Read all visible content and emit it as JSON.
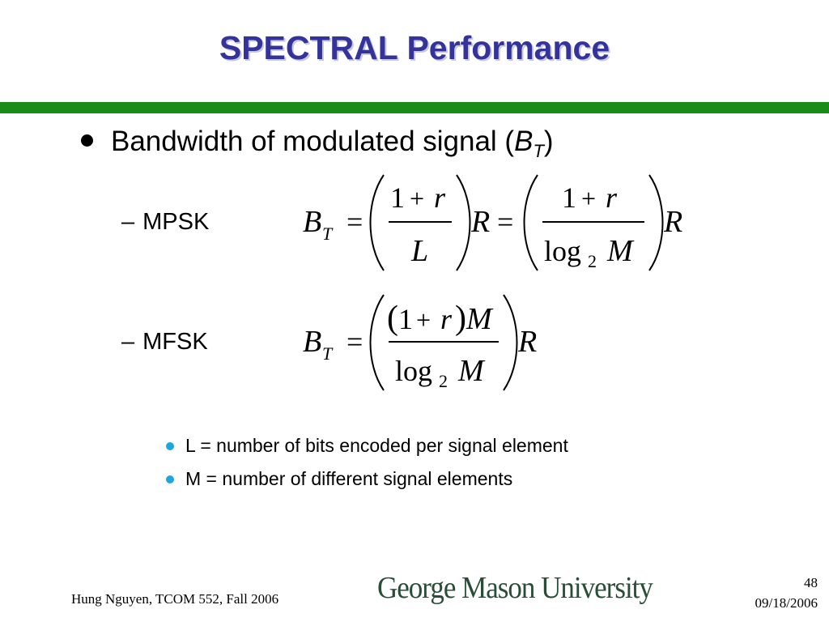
{
  "slide": {
    "title": "SPECTRAL Performance",
    "bullet": {
      "text": "Bandwidth of modulated signal (",
      "sym": "B",
      "sub": "T",
      "close": ")"
    },
    "items": [
      {
        "label": "MPSK"
      },
      {
        "label": "MFSK"
      }
    ],
    "notes": [
      "L = number of bits encoded per signal element",
      "M = number of different signal elements"
    ],
    "equations": {
      "B": "B",
      "T": "T",
      "eq": "=",
      "one": "1",
      "plus": "+",
      "r": "r",
      "L": "L",
      "R": "R",
      "log": "log",
      "two": "2",
      "M": "M",
      "lparen": "(",
      "rparen": ")"
    }
  },
  "footer": {
    "author": "Hung Nguyen, TCOM 552, Fall 2006",
    "logo_text": "George Mason University",
    "page": "48",
    "date": "09/18/2006"
  },
  "colors": {
    "title": "#333399",
    "rule": "#1a8c1a",
    "note_bullet": "#1fa6e0",
    "logo": "#2a4d3a"
  }
}
